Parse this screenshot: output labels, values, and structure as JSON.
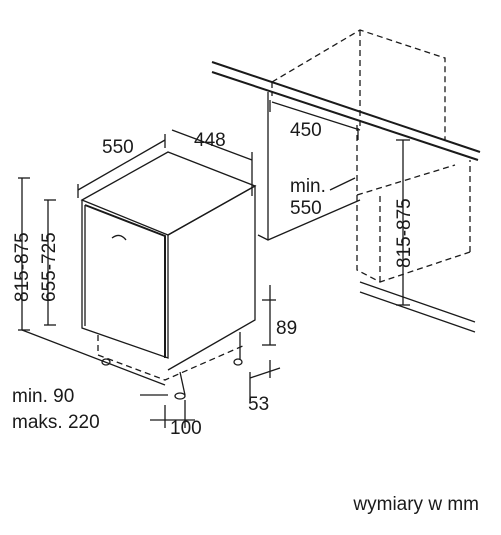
{
  "dimensions": {
    "depth": "550",
    "width": "448",
    "niche_depth": "450",
    "min_depth_line1": "min.",
    "min_depth_line2": "550",
    "niche_height": "815-875",
    "body_height": "815-875",
    "door_height": "655-725",
    "plinth_height": "89",
    "plinth_offset": "53",
    "foot_setback": "100",
    "plinth_gap_min": "min. 90",
    "plinth_gap_max": "maks. 220"
  },
  "footer": {
    "units_note": "wymiary w mm"
  }
}
